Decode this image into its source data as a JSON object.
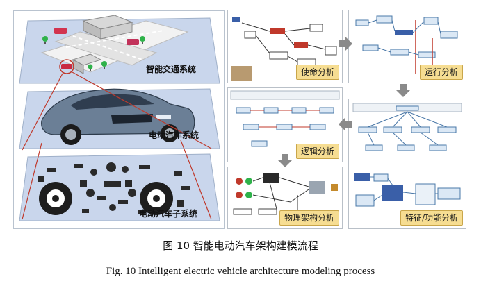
{
  "layers": {
    "traffic": "智能交通系统",
    "vehicle": "电动汽车系统",
    "subsystem": "电动汽车子系统"
  },
  "cards": {
    "mission": "使命分析",
    "operation": "运行分析",
    "logic": "逻辑分析",
    "physical": "物理架构分析",
    "feature": "特征/功能分析"
  },
  "captions": {
    "cn": "图 10 智能电动汽车架构建模流程",
    "en": "Fig. 10 Intelligent electric vehicle architecture modeling process"
  },
  "colors": {
    "layer_fill": "#c9d6ec",
    "accent_red": "#c0392b",
    "label_fill": "#f6dd92",
    "arrow_gray": "#8a8a8a"
  },
  "icons": [
    "road-intersection-icon",
    "car-icon",
    "tree-icon",
    "wheel-icon",
    "gear-icon",
    "wrench-icon"
  ]
}
